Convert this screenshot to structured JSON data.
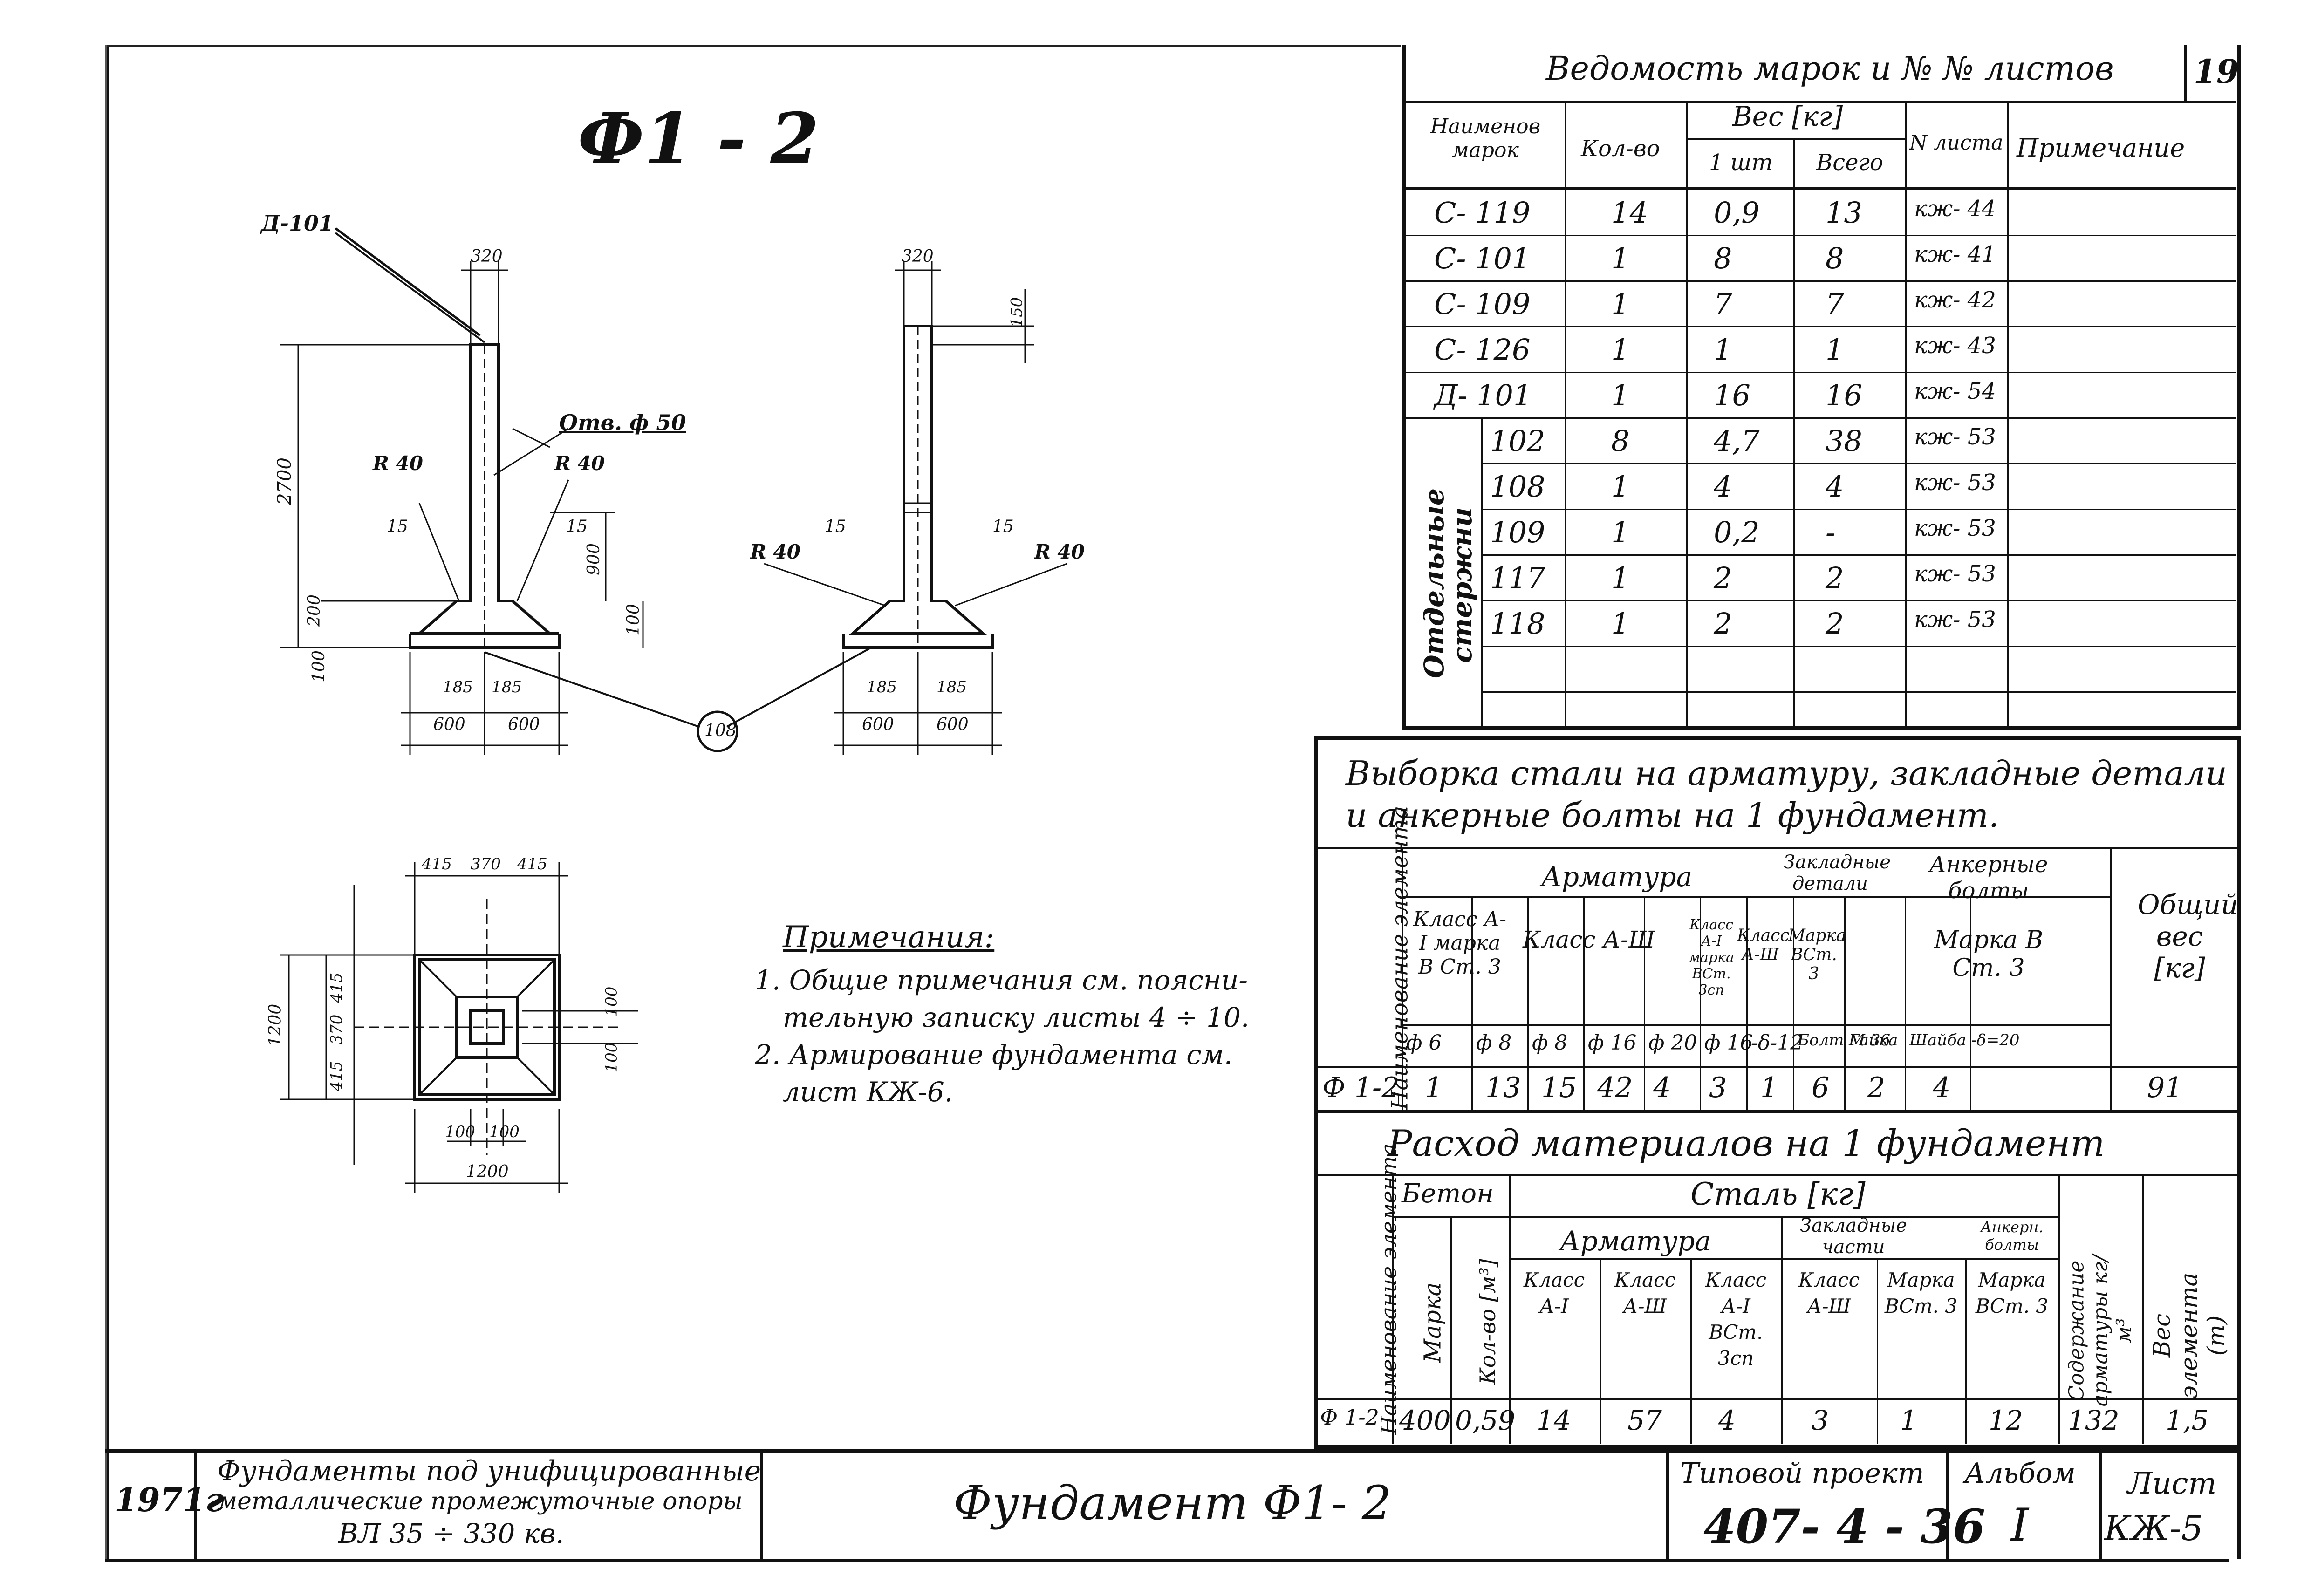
{
  "drawing": {
    "title": "Ф1 - 2",
    "leader_d101": "Д-101",
    "hole_label": "Отв. ф 50",
    "r40": "R 40",
    "dims": {
      "d320": "320",
      "d150": "150",
      "d2700": "2700",
      "d900": "900",
      "d200": "200",
      "d100": "100",
      "d15": "15",
      "d185": "185",
      "d600": "600",
      "d415": "415",
      "d370": "370",
      "d1200": "1200"
    },
    "bubble": "108"
  },
  "notes": {
    "heading": "Примечания:",
    "line1": "1. Общие примечания см. поясни-",
    "line2": "тельную записку листы 4 ÷ 10.",
    "line3": "2. Армирование фундамента см.",
    "line4": "лист КЖ-6."
  },
  "sheet_index": {
    "title": "Ведомость марок и № № листов",
    "sheet_no": "19",
    "headers": {
      "name": "Наименов марок",
      "qty": "Кол-во",
      "weight": "Вес [кг]",
      "w1": "1 шт",
      "wall": "Всего",
      "sheet": "N листа",
      "note": "Примечание"
    },
    "rows": [
      [
        "С- 119",
        "14",
        "0,9",
        "13",
        "кж- 44"
      ],
      [
        "С- 101",
        "1",
        "8",
        "8",
        "кж- 41"
      ],
      [
        "С- 109",
        "1",
        "7",
        "7",
        "кж- 42"
      ],
      [
        "С- 126",
        "1",
        "1",
        "1",
        "кж- 43"
      ],
      [
        "Д- 101",
        "1",
        "16",
        "16",
        "кж- 54"
      ]
    ],
    "group_label": "Отдельные стержни",
    "group_rows": [
      [
        "102",
        "8",
        "4,7",
        "38",
        "кж- 53"
      ],
      [
        "108",
        "1",
        "4",
        "4",
        "кж- 53"
      ],
      [
        "109",
        "1",
        "0,2",
        "-",
        "кж- 53"
      ],
      [
        "117",
        "1",
        "2",
        "2",
        "кж- 53"
      ],
      [
        "118",
        "1",
        "2",
        "2",
        "кж- 53"
      ]
    ]
  },
  "steel_table": {
    "title1": "Выборка стали на арматуру, закладные детали",
    "title2": "и анкерные болты на 1 фундамент.",
    "h_element": "Наименование элемента",
    "h_arm": "Арматура",
    "h_embed": "Закладные детали",
    "h_anchor": "Анкерные болты",
    "h_total": "Общий вес [кг]",
    "h_a1": "Класс А-I марка В Ст. 3",
    "h_a3": "Класс А-Ш",
    "h_a1sp": "Класс А-I марка ВСт. 3сп",
    "h_e_a3": "Класс А-Ш",
    "h_e_mark": "Марка ВСт. 3",
    "h_anch_mark": "Марка В Ст. 3",
    "subs": [
      "ф 6",
      "ф 8",
      "ф 8",
      "ф 16",
      "ф 20",
      "ф 16",
      "-δ-12",
      "Болт М 36",
      "Гайка",
      "Шайба -δ=20"
    ],
    "row": [
      "Ф 1-2",
      "1",
      "13",
      "15",
      "42",
      "4",
      "3",
      "1",
      "6",
      "2",
      "4",
      "91"
    ]
  },
  "materials_table": {
    "title": "Расход материалов на 1 фундамент",
    "h_element": "Наименование элемента",
    "h_concrete": "Бетон",
    "h_mark": "Марка",
    "h_vol": "Кол-во [м³]",
    "h_steel": "Сталь [кг]",
    "h_arm": "Арматура",
    "h_embed": "Закладные части",
    "h_anchor": "Анкерн. болты",
    "c1": "Класс А-I",
    "c2": "Класс А-Ш",
    "c3": "Класс А-I ВСт. 3сп",
    "c4": "Класс А-Ш",
    "c5": "Марка ВСт. 3",
    "c6": "Марка ВСт. 3",
    "h_content": "Содержание арматуры кг/м³",
    "h_weight": "Вес элемента (т)",
    "row": [
      "Ф 1-2",
      "400",
      "0,59",
      "14",
      "57",
      "4",
      "3",
      "1",
      "12",
      "132",
      "1,5"
    ]
  },
  "title_block": {
    "year": "1971г",
    "desc1": "Фундаменты под унифицированные",
    "desc2": "металлические промежуточные опоры",
    "desc3": "ВЛ 35 ÷ 330 кв.",
    "name": "Фундамент Ф1- 2",
    "project_label": "Типовой проект",
    "project": "407- 4 - 36",
    "album_label": "Альбом",
    "album": "I",
    "sheet_label": "Лист",
    "sheet": "КЖ-5"
  }
}
